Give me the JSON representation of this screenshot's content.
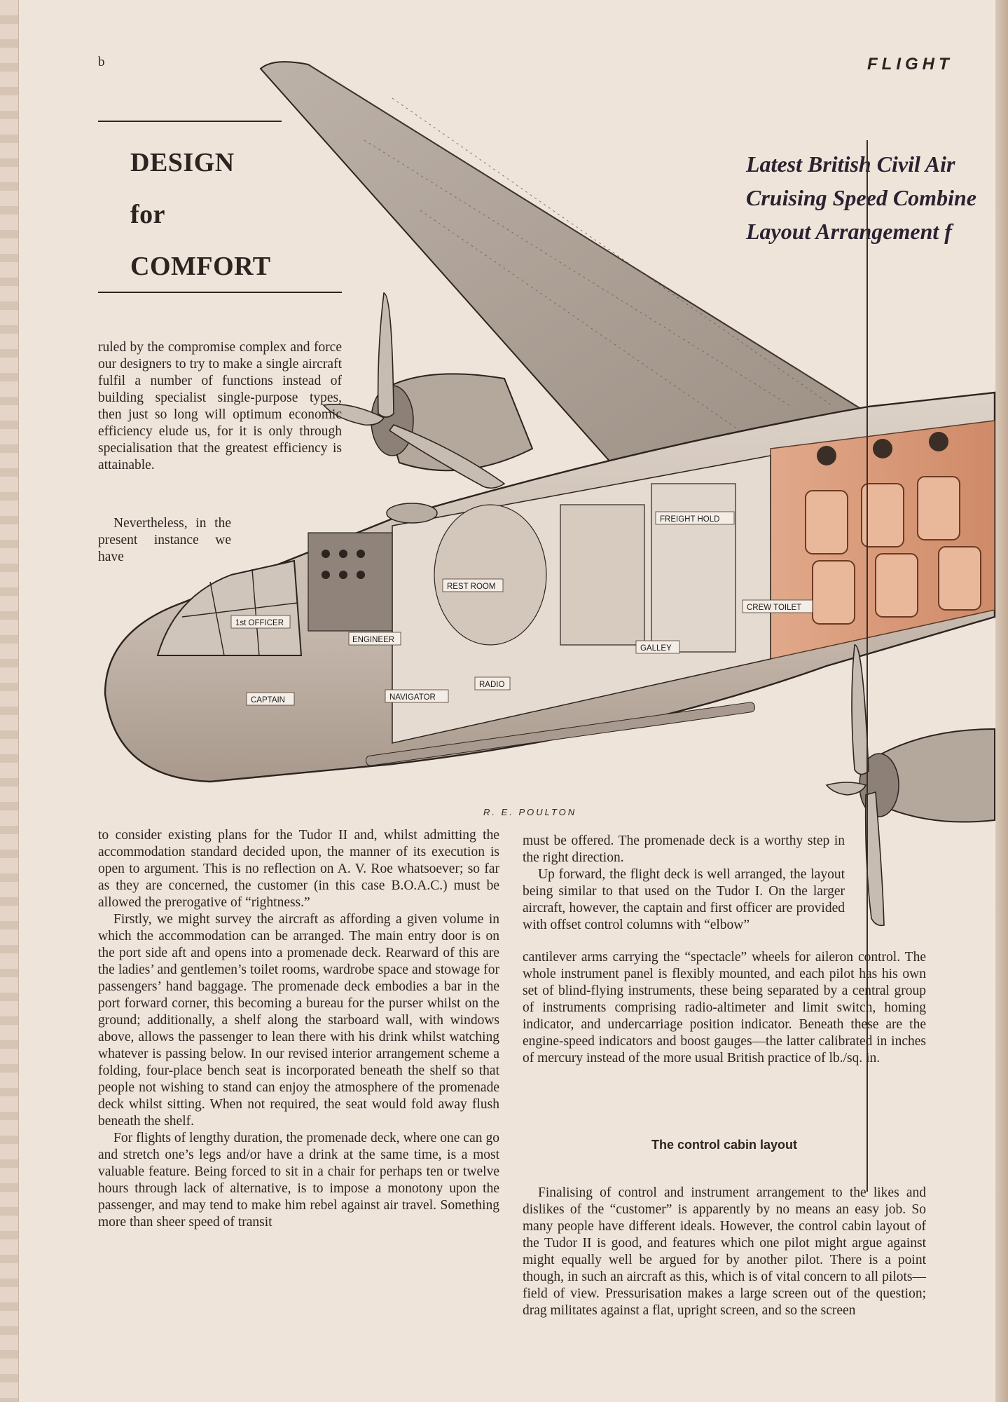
{
  "header": {
    "folio": "b",
    "journal": "FLIGHT"
  },
  "title": {
    "line1": "DESIGN",
    "line2": "for",
    "line3": "COMFORT"
  },
  "headline": {
    "line1": "Latest British Civil Air",
    "line2": "Cruising Speed Combine",
    "line3": "Layout Arrangement f"
  },
  "illustration": {
    "credit": "R. E. POULTON",
    "labels": {
      "first_officer": "1st OFFICER",
      "captain": "CAPTAIN",
      "engineer": "ENGINEER",
      "navigator": "NAVIGATOR",
      "radio": "RADIO",
      "rest_room": "REST ROOM",
      "freight_hold": "FREIGHT HOLD",
      "galley": "GALLEY",
      "crew_toilet": "CREW TOILET"
    },
    "colors": {
      "fuselage": "#cfc3b8",
      "cabin": "#d89a78",
      "ink": "#2b2420"
    }
  },
  "article": {
    "intro_p1": "ruled by the compromise complex and force our designers to try to make a single aircraft fulfil a number of functions instead of building specialist single-purpose types, then just so long will optimum economic efficiency elude us, for it is only through specialisation that the greatest efficiency is attainable.",
    "intro_p2": "Nevertheless, in the present instance we have",
    "left_p1": "to consider existing plans for the Tudor II and, whilst admitting the accommodation standard decided upon, the manner of its execution is open to argument. This is no reflection on A. V. Roe whatsoever; so far as they are concerned, the customer (in this case B.O.A.C.) must be allowed the prerogative of “rightness.”",
    "left_p2": "Firstly, we might survey the aircraft as affording a given volume in which the accommodation can be arranged. The main entry door is on the port side aft and opens into a promenade deck. Rearward of this are the ladies’ and gentlemen’s toilet rooms, wardrobe space and stowage for passengers’ hand baggage. The promenade deck embodies a bar in the port forward corner, this becoming a bureau for the purser whilst on the ground; additionally, a shelf along the starboard wall, with windows above, allows the passenger to lean there with his drink whilst watching whatever is passing below. In our revised interior arrangement scheme a folding, four-place bench seat is incorporated beneath the shelf so that people not wishing to stand can enjoy the atmosphere of the promenade deck whilst sitting. When not required, the seat would fold away flush beneath the shelf.",
    "left_p3": "For flights of lengthy duration, the promenade deck, where one can go and stretch one’s legs and/or have a drink at the same time, is a most valuable feature. Being forced to sit in a chair for perhaps ten or twelve hours through lack of alternative, is to impose a monotony upon the passenger, and may tend to make him rebel against air travel. Something more than sheer speed of transit",
    "right_p1": "must be offered. The promenade deck is a worthy step in the right direction.",
    "right_p2a": "Up forward, the flight deck is well arranged, the layout being similar to that used on the Tudor I. On the larger aircraft, however, the captain and first officer are provided with offset control columns with “elbow”",
    "right_p2b": "cantilever arms carrying the “spectacle” wheels for aileron control. The whole instrument panel is flexibly mounted, and each pilot has his own set of blind-flying instruments, these being separated by a central group of instruments comprising radio-altimeter and limit switch, homing indicator, and undercarriage position indicator. Beneath these are the engine-speed indicators and boost gauges—the latter calibrated in inches of mercury instead of the more usual British practice of lb./sq. in.",
    "subhead": "The control cabin layout",
    "right_p3": "Finalising of control and instrument arrangement to the likes and dislikes of the “customer” is apparently by no means an easy job. So many people have different ideals. However, the control cabin layout of the Tudor II is good, and features which one pilot might argue against might equally well be argued for by another pilot. There is a point though, in such an aircraft as this, which is of vital concern to all pilots—field of view. Pressurisation makes a large screen out of the question; drag militates against a flat, upright screen, and so the screen"
  }
}
